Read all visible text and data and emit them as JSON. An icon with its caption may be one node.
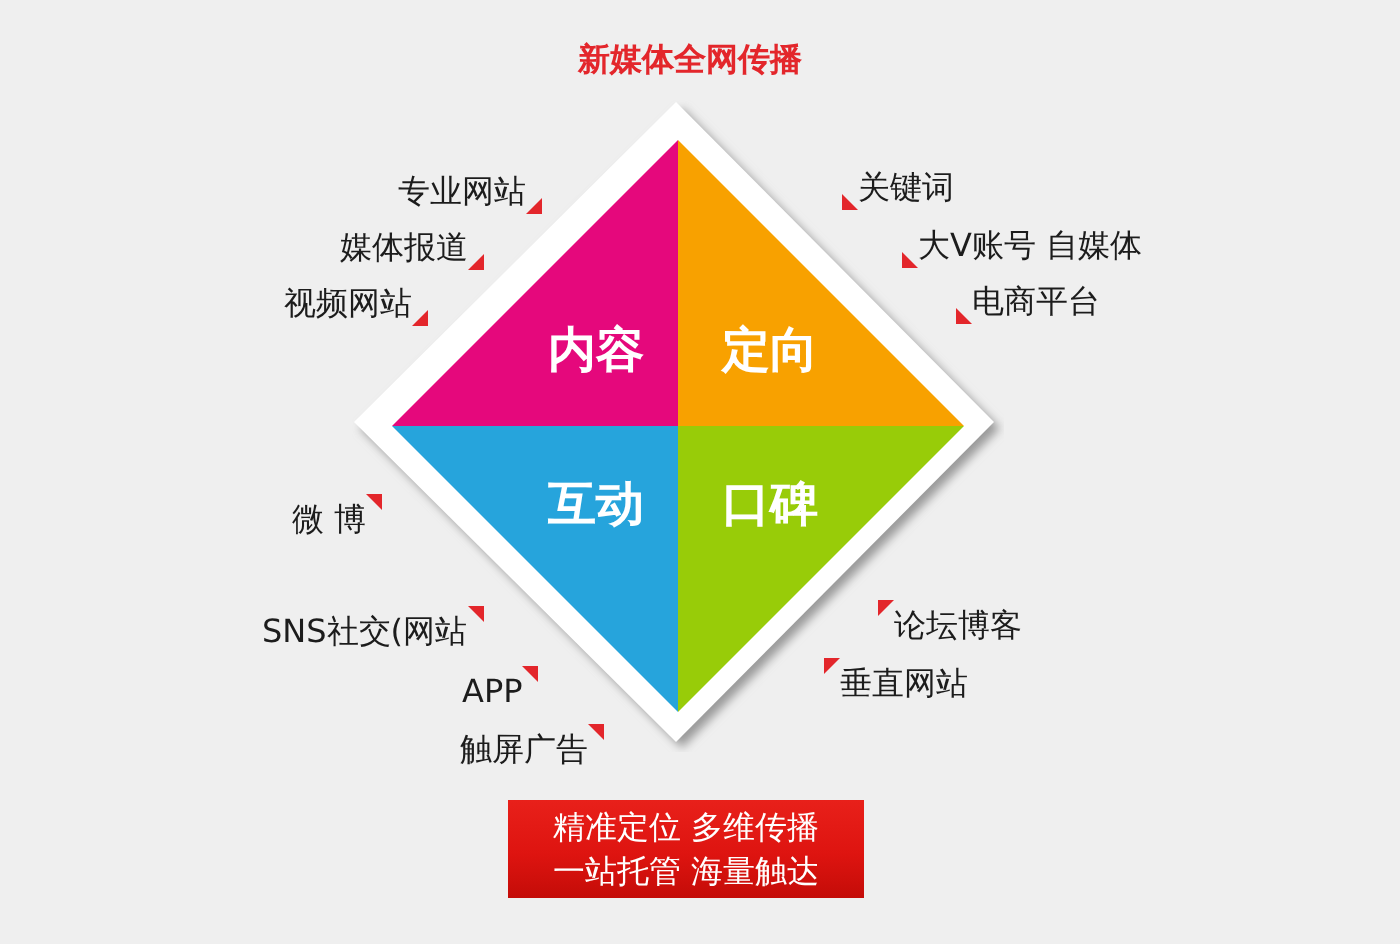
{
  "diagram": {
    "title": "新媒体全网传播",
    "nodes": [
      {
        "text": [],
        "shape": "diamond"
      },
      {
        "text": [
          "内容"
        ],
        "in": 0
      },
      {
        "text": [
          "定向"
        ],
        "in": 0
      },
      {
        "text": [
          "互动"
        ],
        "in": 0
      },
      {
        "text": [
          "口碑"
        ],
        "in": 0
      },
      {
        "text": [
          "精准定位 多维传播",
          "一站托管 海量触达"
        ]
      }
    ],
    "labels": [
      "专业网站",
      "媒体报道",
      "视频网站",
      "关键词",
      "大V账号 自媒体",
      "电商平台",
      "微 博",
      "SNS社交(网站",
      "APP",
      "触屏广告",
      "论坛博客",
      "垂直网站"
    ]
  }
}
